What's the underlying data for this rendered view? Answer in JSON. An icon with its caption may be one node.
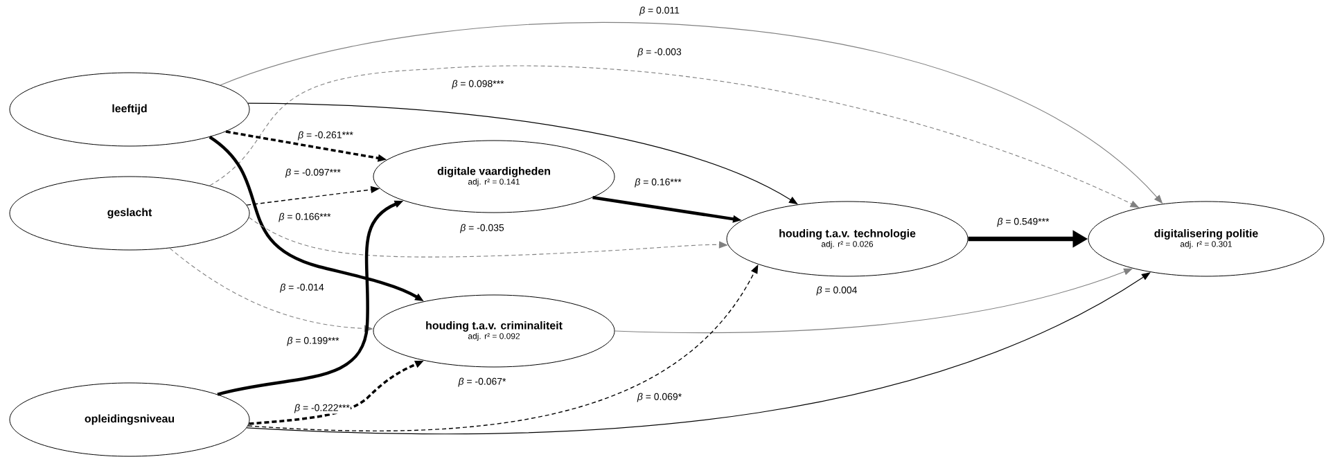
{
  "diagram": {
    "nodes": [
      {
        "text": [
          "leeftijd"
        ]
      },
      {
        "text": [
          "geslacht"
        ]
      },
      {
        "text": [
          "opleidingsniveau"
        ]
      },
      {
        "text": [
          "digitale vaardigheden",
          "adj. r² = 0.141"
        ]
      },
      {
        "text": [
          "houding t.a.v. criminaliteit",
          "adj. r² = 0.092"
        ]
      },
      {
        "text": [
          "houding t.a.v. technologie",
          "adj. r² = 0.026"
        ]
      },
      {
        "text": [
          "digitalisering politie",
          "adj. r² = 0.301"
        ]
      }
    ],
    "edges": [
      {
        "from": 0,
        "to": 6,
        "arrow": "to",
        "label": "*β* = 0.011",
        "color": "#808080"
      },
      {
        "from": 1,
        "to": 6,
        "arrow": "to",
        "label": "*β* = -0.003",
        "style": "dashed",
        "color": "#808080"
      },
      {
        "from": 0,
        "to": 5,
        "arrow": "to",
        "label": "*β* = 0.098***"
      },
      {
        "from": 0,
        "to": 3,
        "arrow": "to",
        "label": "*β* = -0.261***",
        "style": "dashed"
      },
      {
        "from": 1,
        "to": 3,
        "arrow": "to",
        "label": "*β* = -0.097***",
        "style": "dashed"
      },
      {
        "from": 0,
        "to": 4,
        "arrow": "to",
        "label": "*β* = 0.166***",
        "style": "thick"
      },
      {
        "from": 1,
        "to": 5,
        "arrow": "to",
        "label": "*β* = -0.035",
        "style": "dashed",
        "color": "#808080"
      },
      {
        "from": 3,
        "to": 5,
        "arrow": "to",
        "label": "*β* = 0.16***",
        "style": "thick"
      },
      {
        "from": 1,
        "to": 4,
        "arrow": "to",
        "label": "*β* = -0.014",
        "style": "dashed",
        "color": "#808080"
      },
      {
        "from": 2,
        "to": 3,
        "arrow": "to",
        "label": "*β* = 0.199***",
        "style": "thick"
      },
      {
        "from": 2,
        "to": 4,
        "arrow": "to",
        "label": "*β* = -0.222***",
        "style": "dashed"
      },
      {
        "from": 5,
        "to": 6,
        "arrow": "to",
        "label": "*β* = 0.549***",
        "style": "thick"
      },
      {
        "from": 4,
        "to": 6,
        "arrow": "to",
        "label": "*β* = 0.004",
        "color": "#808080"
      },
      {
        "from": 2,
        "to": 5,
        "arrow": "to",
        "label": "*β* = -0.067*",
        "style": "dashed"
      },
      {
        "from": 2,
        "to": 6,
        "arrow": "to",
        "label": "*β* = 0.069*"
      }
    ]
  }
}
